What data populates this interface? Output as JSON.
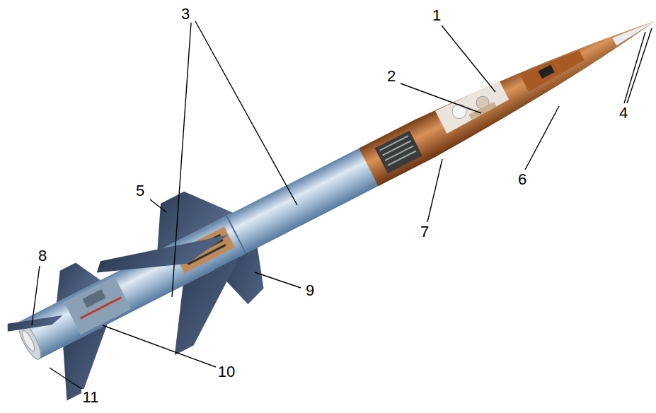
{
  "diagram": {
    "labels": [
      "3",
      "1",
      "2",
      "4",
      "5",
      "6",
      "7",
      "8",
      "9",
      "10",
      "11"
    ]
  }
}
